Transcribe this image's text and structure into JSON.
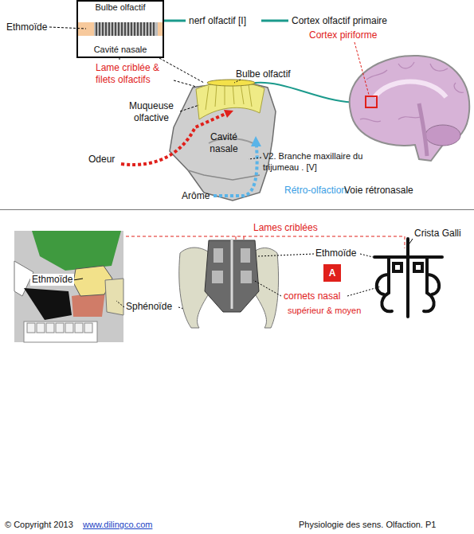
{
  "diagram": {
    "nodes": [
      {
        "text": [
          "Bulbe olfactif",
          "Cavité nasale"
        ]
      },
      {
        "text": [
          "A"
        ]
      }
    ],
    "labels": [
      "Ethmoïde",
      "nerf olfactif [I]",
      "Cortex olfactif primaire",
      "Cortex piriforme",
      "Lame criblée & filets olfactifs",
      "Bulbe olfactif",
      "Muqueuse olfactive",
      "Cavité nasale",
      "Odeur",
      "V2. Branche maxillaire du trijumeau . [V]",
      "Arôme",
      "Rétro-olfaction.",
      "Voie rétronasale",
      "Lames criblées",
      "Crista Galli",
      "Ethmoïde",
      "Sphénoïde",
      "Ethmoïde",
      "cornets nasal",
      "supérieur & moyen",
      "© Copyright 2013",
      "www.dilingco.com",
      "Physiologie des sens. Olfaction. P1"
    ]
  }
}
